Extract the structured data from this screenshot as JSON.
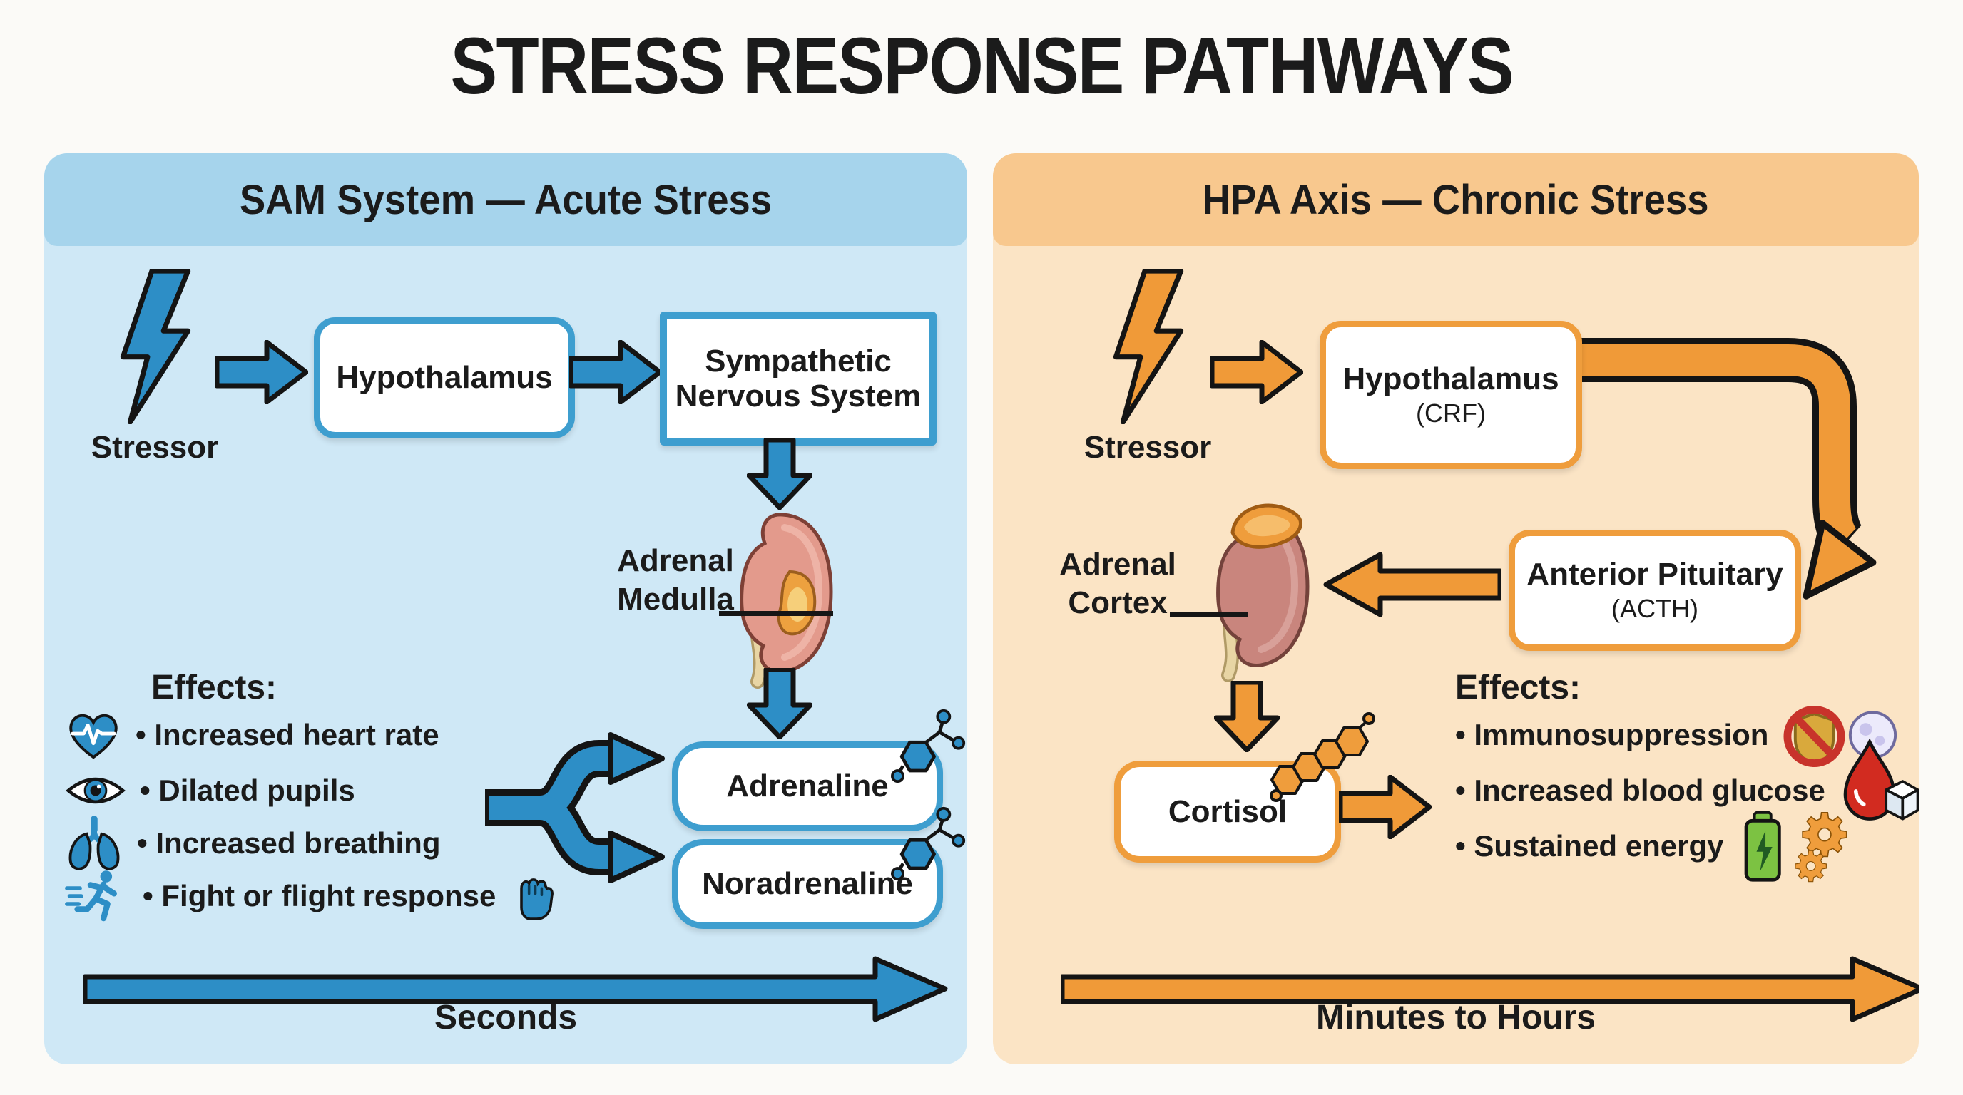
{
  "title": "STRESS RESPONSE PATHWAYS",
  "left_panel": {
    "header": "SAM System — Acute Stress",
    "stressor_label": "Stressor",
    "hypothalamus": "Hypothalamus",
    "sns_line1": "Sympathetic",
    "sns_line2": "Nervous System",
    "adrenal_line1": "Adrenal",
    "adrenal_line2": "Medulla",
    "adrenaline": "Adrenaline",
    "noradrenaline": "Noradrenaline",
    "effects_heading": "Effects:",
    "effects": [
      {
        "icon": "heart-rate-icon",
        "label": "• Increased heart rate"
      },
      {
        "icon": "eye-icon",
        "label": "• Dilated pupils"
      },
      {
        "icon": "lungs-icon",
        "label": "• Increased breathing"
      },
      {
        "icon": "runner-icon",
        "label": "• Fight or flight response"
      }
    ],
    "timeline_label": "Seconds"
  },
  "right_panel": {
    "header": "HPA Axis — Chronic Stress",
    "stressor_label": "Stressor",
    "hypothalamus": "Hypothalamus",
    "hypothalamus_sub": "(CRF)",
    "anterior_pituitary": "Anterior Pituitary",
    "anterior_pituitary_sub": "(ACTH)",
    "adrenal_line1": "Adrenal",
    "adrenal_line2": "Cortex",
    "cortisol": "Cortisol",
    "effects_heading": "Effects:",
    "effects": [
      {
        "icon": "immunosuppression-icon",
        "label": "• Immunosuppression"
      },
      {
        "icon": "blood-glucose-icon",
        "label": "• Increased blood glucose"
      },
      {
        "icon": "sustained-energy-icon",
        "label": "• Sustained energy"
      }
    ],
    "timeline_label": "Minutes to Hours"
  },
  "colors": {
    "blue_accent": "#2d8ec6",
    "blue_panel_body": "#cfe8f6",
    "blue_panel_header": "#a6d4ec",
    "blue_box_border": "#3e9ecf",
    "orange_accent": "#f09a38",
    "orange_panel_body": "#fbe4c5",
    "orange_panel_header": "#f8c88e",
    "orange_box_border": "#ef9d3c",
    "text": "#1b1b1b"
  }
}
